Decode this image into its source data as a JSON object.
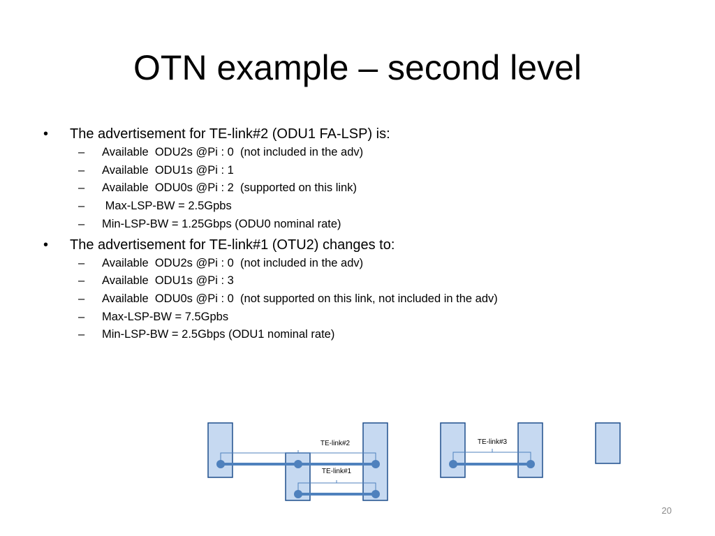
{
  "slide": {
    "title": "OTN example – second level",
    "page_number": "20"
  },
  "bullets": [
    {
      "text": "The advertisement for TE-link#2 (ODU1 FA-LSP) is:",
      "sub": [
        "Available  ODU2s @Pi : 0  (not included in the adv)",
        "Available  ODU1s @Pi : 1",
        "Available  ODU0s @Pi : 2  (supported on this link)",
        " Max-LSP-BW = 2.5Gpbs",
        "Min-LSP-BW = 1.25Gbps (ODU0 nominal rate)"
      ]
    },
    {
      "text": "The advertisement for TE-link#1 (OTU2) changes to:",
      "sub": [
        "Available  ODU2s @Pi : 0  (not included in the adv)",
        "Available  ODU1s @Pi : 3",
        "Available  ODU0s @Pi : 0  (not supported on this link, not included in the adv)",
        "Max-LSP-BW = 7.5Gpbs",
        "Min-LSP-BW = 2.5Gbps (ODU1 nominal rate)"
      ]
    }
  ],
  "diagram": {
    "te_link_2_label": "TE-link#2",
    "te_link_1_label": "TE-link#1",
    "te_link_3_label": "TE-link#3",
    "node_fill": "#c6d9f1",
    "line_color": "#4f81bd"
  },
  "glyphs": {
    "bullet": "•",
    "dash": "–"
  }
}
